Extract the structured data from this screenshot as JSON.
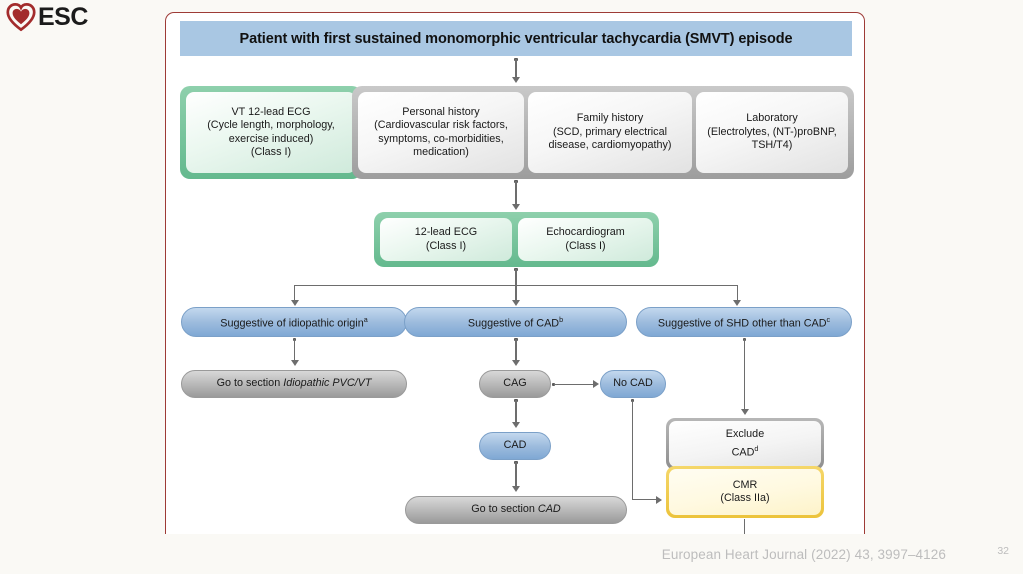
{
  "brand": {
    "name": "ESC",
    "logo_icon": "esc-heart-logo",
    "heart_color": "#a32c2c"
  },
  "slide": {
    "title": "Patient with first sustained monomorphic ventricular tachycardia (SMVT) episode",
    "title_bg": "#a9c7e3",
    "panel_border_color": "#9e3b36"
  },
  "assessment_row": {
    "green_group": [
      {
        "title": "VT 12-lead ECG",
        "detail": "(Cycle length, morphology, exercise induced)",
        "class": "(Class I)"
      }
    ],
    "grey_group": [
      {
        "title": "Personal history",
        "detail": "(Cardiovascular risk factors, symptoms, co-morbidities, medication)",
        "class": ""
      },
      {
        "title": "Family history",
        "detail": "(SCD, primary electrical disease, cardiomyopathy)",
        "class": ""
      },
      {
        "title": "Laboratory",
        "detail": "(Electrolytes, (NT-)proBNP, TSH/T4)",
        "class": ""
      }
    ]
  },
  "diagnostics_row": {
    "items": [
      {
        "title": "12-lead ECG",
        "class": "(Class I)"
      },
      {
        "title": "Echocardiogram",
        "class": "(Class I)"
      }
    ]
  },
  "branch_row": {
    "items": [
      {
        "label": "Suggestive of idiopathic origin",
        "sup": "a"
      },
      {
        "label": "Suggestive of CAD",
        "sup": "b"
      },
      {
        "label": "Suggestive of SHD other than CAD",
        "sup": "c"
      }
    ]
  },
  "outcomes": {
    "idiopathic_section": {
      "prefix": "Go to section ",
      "italic": "Idiopathic PVC/VT"
    },
    "cag": "CAG",
    "no_cad": "No CAD",
    "cad": "CAD",
    "cad_section": {
      "prefix": "Go to section ",
      "italic": "CAD"
    },
    "exclude_cad": {
      "line1": "Exclude",
      "line2": "CAD",
      "sup": "d"
    },
    "cmr": {
      "line1": "CMR",
      "line2": "(Class IIa)"
    }
  },
  "footer": {
    "citation": "European Heart Journal (2022) 43, 3997–4126",
    "page_number": "32"
  }
}
